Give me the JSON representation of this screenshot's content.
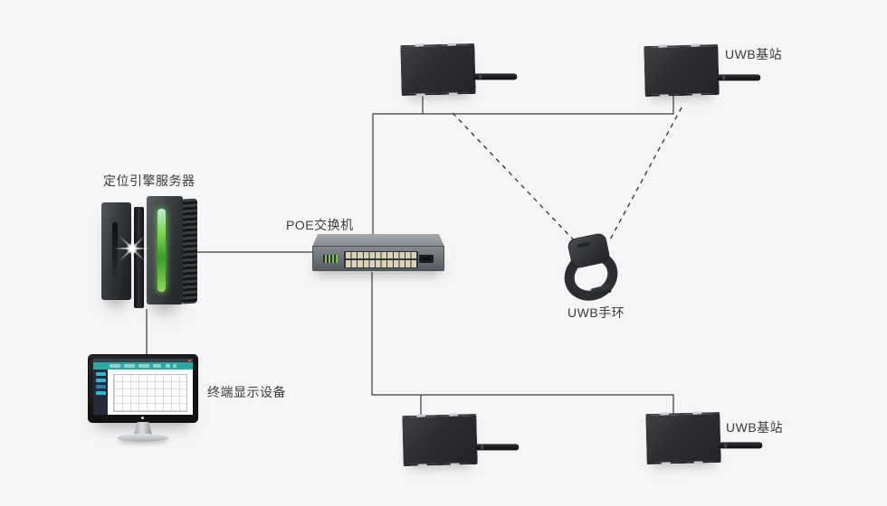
{
  "diagram": {
    "title": "UWB positioning system topology",
    "background": "#f5f5f6",
    "line_color": "#3a3a3a",
    "labels": {
      "server": "定位引擎服务器",
      "display": "终端显示设备",
      "switch": "POE交换机",
      "anchor_top_right": "UWB基站",
      "anchor_bottom_right": "UWB基站",
      "tag": "UWB手环"
    },
    "colors": {
      "device_dark": "#2b2d30",
      "switch_gray": "#6b7077",
      "led_green": "#7cc24f",
      "port_cream": "#dad2b7",
      "screen_teal": "#2ba8a2",
      "sidebar_navy": "#242b3a",
      "label_text": "#3b3b3b"
    },
    "connections": {
      "solid": [
        "server - poe-switch",
        "server - display",
        "poe-switch - uwb-anchor-top-left",
        "poe-switch - uwb-anchor-top-right",
        "poe-switch - uwb-anchor-bottom-middle",
        "poe-switch - uwb-anchor-bottom-right",
        "uwb-anchor-top-left - uwb-tag (dashed)",
        "uwb-anchor-top-right - uwb-tag (dashed)"
      ]
    }
  }
}
